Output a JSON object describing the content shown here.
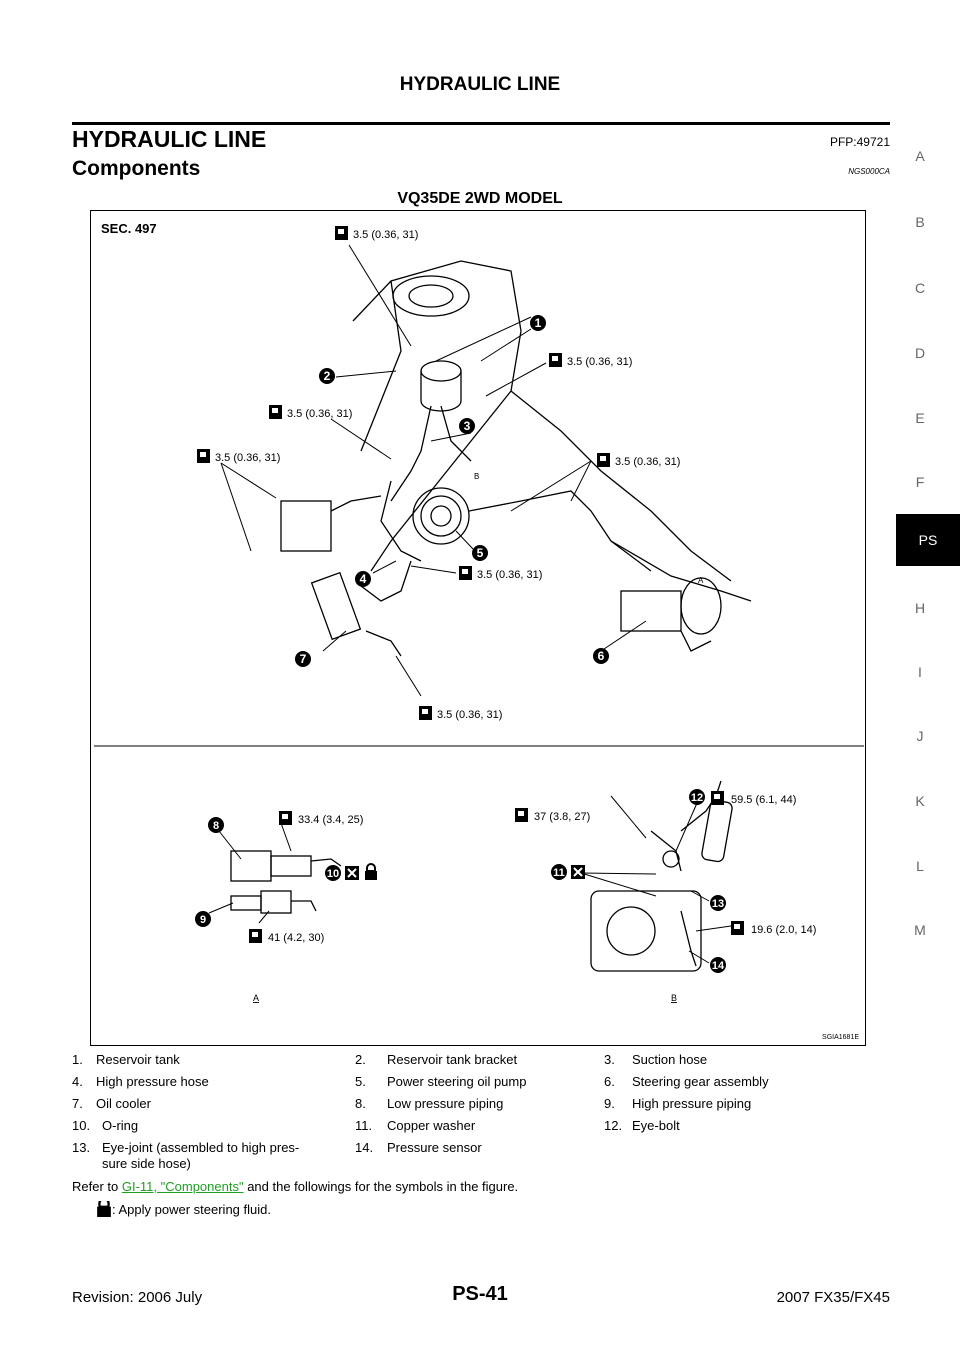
{
  "header": {
    "running_title": "HYDRAULIC LINE"
  },
  "section": {
    "title": "HYDRAULIC LINE",
    "pfp": "PFP:49721"
  },
  "subsection": {
    "title": "Components",
    "code": "NGS000CA"
  },
  "figure": {
    "model_title": "VQ35DE 2WD MODEL",
    "sec": "SEC. 497",
    "torque_a": "3.5 (0.36, 31)",
    "torque_b": "33.4 (3.4, 25)",
    "torque_c": "41 (4.2, 30)",
    "torque_d": "37 (3.8, 27)",
    "torque_e": "59.5 (6.1, 44)",
    "torque_f": "19.6 (2.0, 14)",
    "view_a": "A",
    "view_b": "B",
    "code": "SGIA1681E",
    "numbers": [
      "1",
      "2",
      "3",
      "4",
      "5",
      "6",
      "7",
      "8",
      "9",
      "10",
      "11",
      "12",
      "13",
      "14"
    ]
  },
  "legend": [
    {
      "no": "1.",
      "text": "Reservoir tank"
    },
    {
      "no": "2.",
      "text": "Reservoir tank bracket"
    },
    {
      "no": "3.",
      "text": "Suction hose"
    },
    {
      "no": "4.",
      "text": "High pressure hose"
    },
    {
      "no": "5.",
      "text": "Power steering oil pump"
    },
    {
      "no": "6.",
      "text": "Steering gear assembly"
    },
    {
      "no": "7.",
      "text": "Oil cooler"
    },
    {
      "no": "8.",
      "text": "Low pressure piping"
    },
    {
      "no": "9.",
      "text": "High pressure piping"
    },
    {
      "no": "10.",
      "text": "O-ring"
    },
    {
      "no": "11.",
      "text": "Copper washer"
    },
    {
      "no": "12.",
      "text": "Eye-bolt"
    },
    {
      "no": "13.",
      "text": "Eye-joint (assembled to high pres-",
      "text2": "sure side hose)"
    },
    {
      "no": "14.",
      "text": "Pressure sensor"
    }
  ],
  "refer": {
    "prefix": "Refer to ",
    "link": "GI-11, \"Components\"",
    "suffix": " and the followings for the symbols in the figure."
  },
  "apply_note": ": Apply power steering fluid.",
  "side_tabs": [
    "A",
    "B",
    "C",
    "D",
    "E",
    "F",
    "PS",
    "H",
    "I",
    "J",
    "K",
    "L",
    "M"
  ],
  "active_tab": "PS",
  "footer": {
    "revision": "Revision: 2006 July",
    "page": "PS-41",
    "model": "2007 FX35/FX45"
  }
}
